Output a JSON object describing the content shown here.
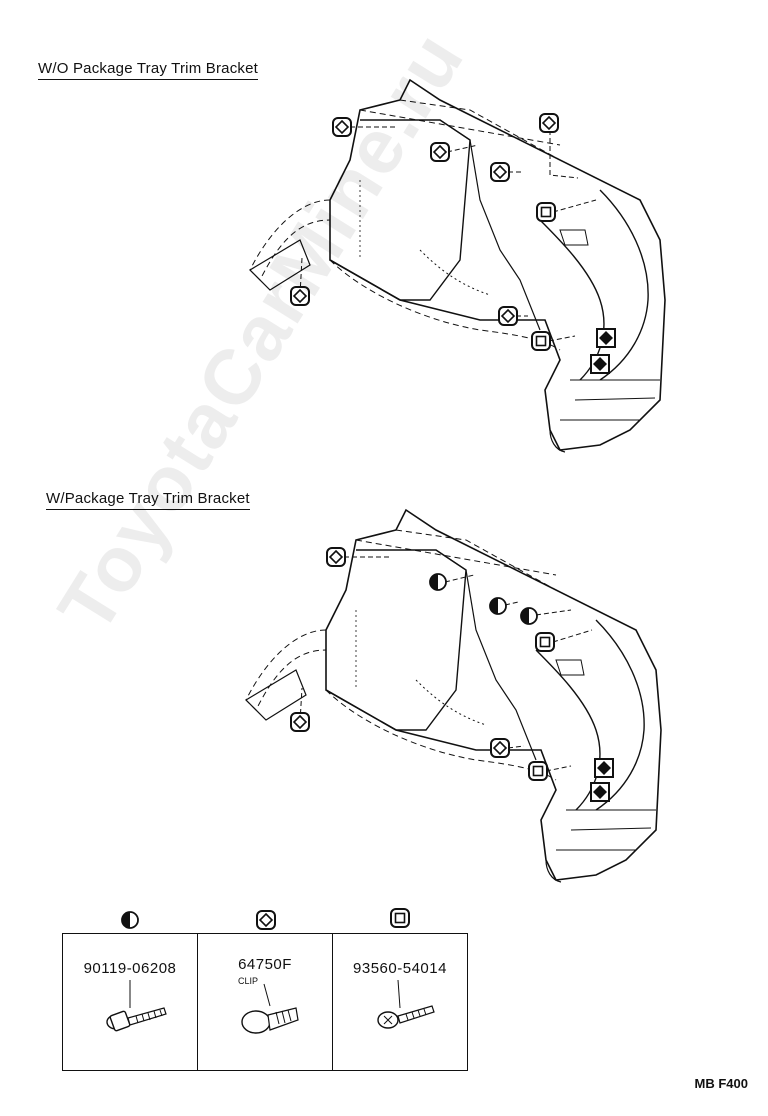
{
  "section1": {
    "title": "W/O Package Tray Trim Bracket"
  },
  "section2": {
    "title": "W/Package Tray Trim Bracket"
  },
  "parts": [
    {
      "symbol": "half-circle",
      "part_number": "90119-06208",
      "sublabel": ""
    },
    {
      "symbol": "diamond",
      "part_number": "64750F",
      "sublabel": "CLIP"
    },
    {
      "symbol": "square",
      "part_number": "93560-54014",
      "sublabel": ""
    }
  ],
  "footer": {
    "code": "MB  F400"
  },
  "watermark": {
    "text": "ToyotaCarMine.ru"
  }
}
